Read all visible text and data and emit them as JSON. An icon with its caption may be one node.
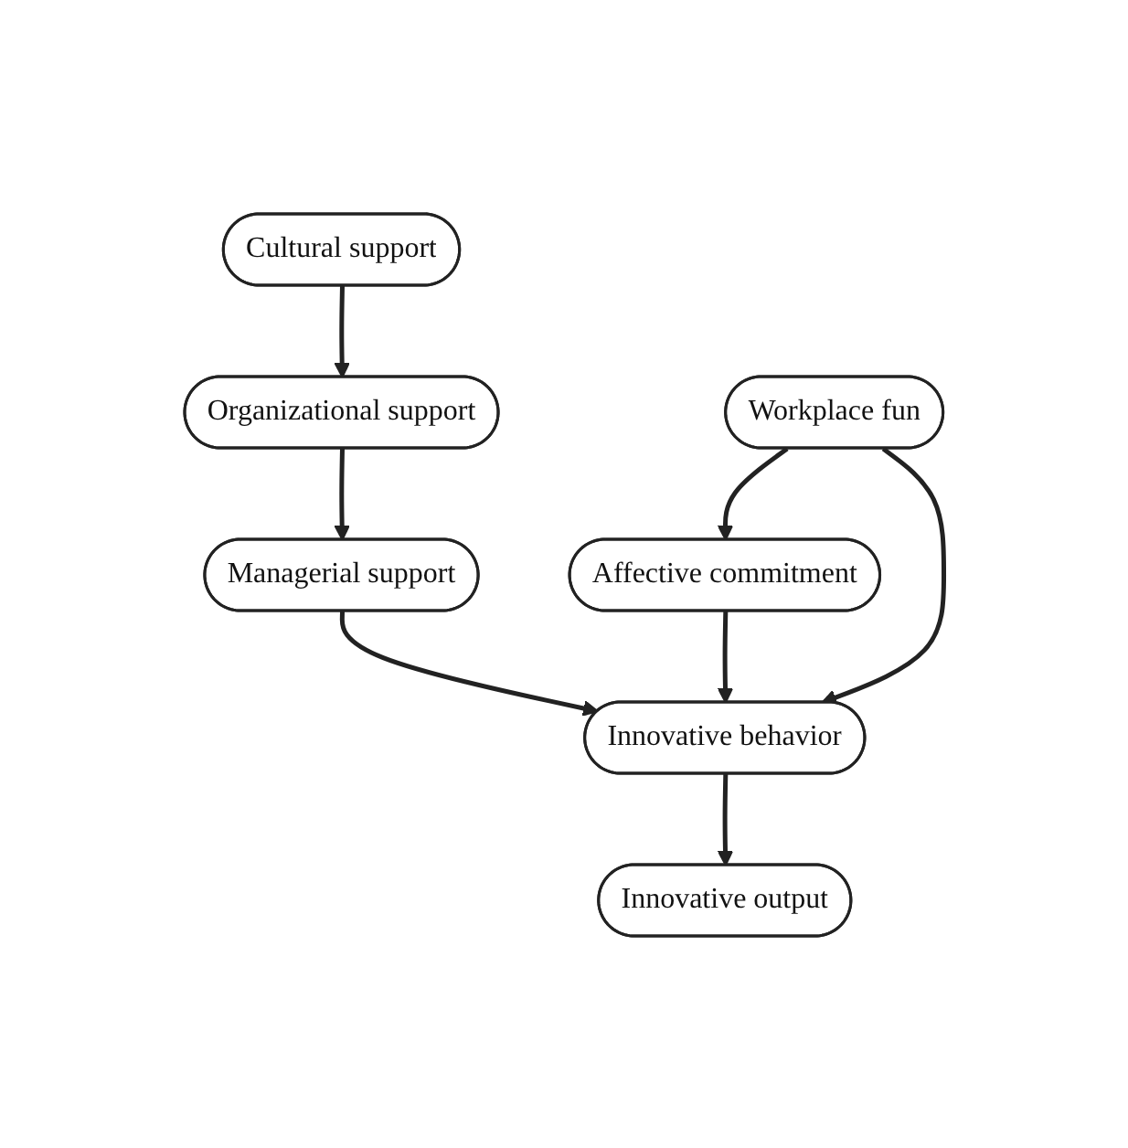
{
  "diagram": {
    "nodes": [
      {
        "text": [
          "Cultural support"
        ]
      },
      {
        "text": [
          "Organizational support"
        ]
      },
      {
        "text": [
          "Workplace fun"
        ]
      },
      {
        "text": [
          "Managerial support"
        ]
      },
      {
        "text": [
          "Affective commitment"
        ]
      },
      {
        "text": [
          "Innovative behavior"
        ]
      },
      {
        "text": [
          "Innovative output"
        ]
      }
    ],
    "edges": [
      {
        "from": 0,
        "to": 1,
        "arrow": "to"
      },
      {
        "from": 1,
        "to": 3,
        "arrow": "to"
      },
      {
        "from": 2,
        "to": 4,
        "arrow": "to"
      },
      {
        "from": 2,
        "to": 5,
        "arrow": "to"
      },
      {
        "from": 3,
        "to": 5,
        "arrow": "to"
      },
      {
        "from": 4,
        "to": 5,
        "arrow": "to"
      },
      {
        "from": 5,
        "to": 6,
        "arrow": "to"
      }
    ]
  }
}
